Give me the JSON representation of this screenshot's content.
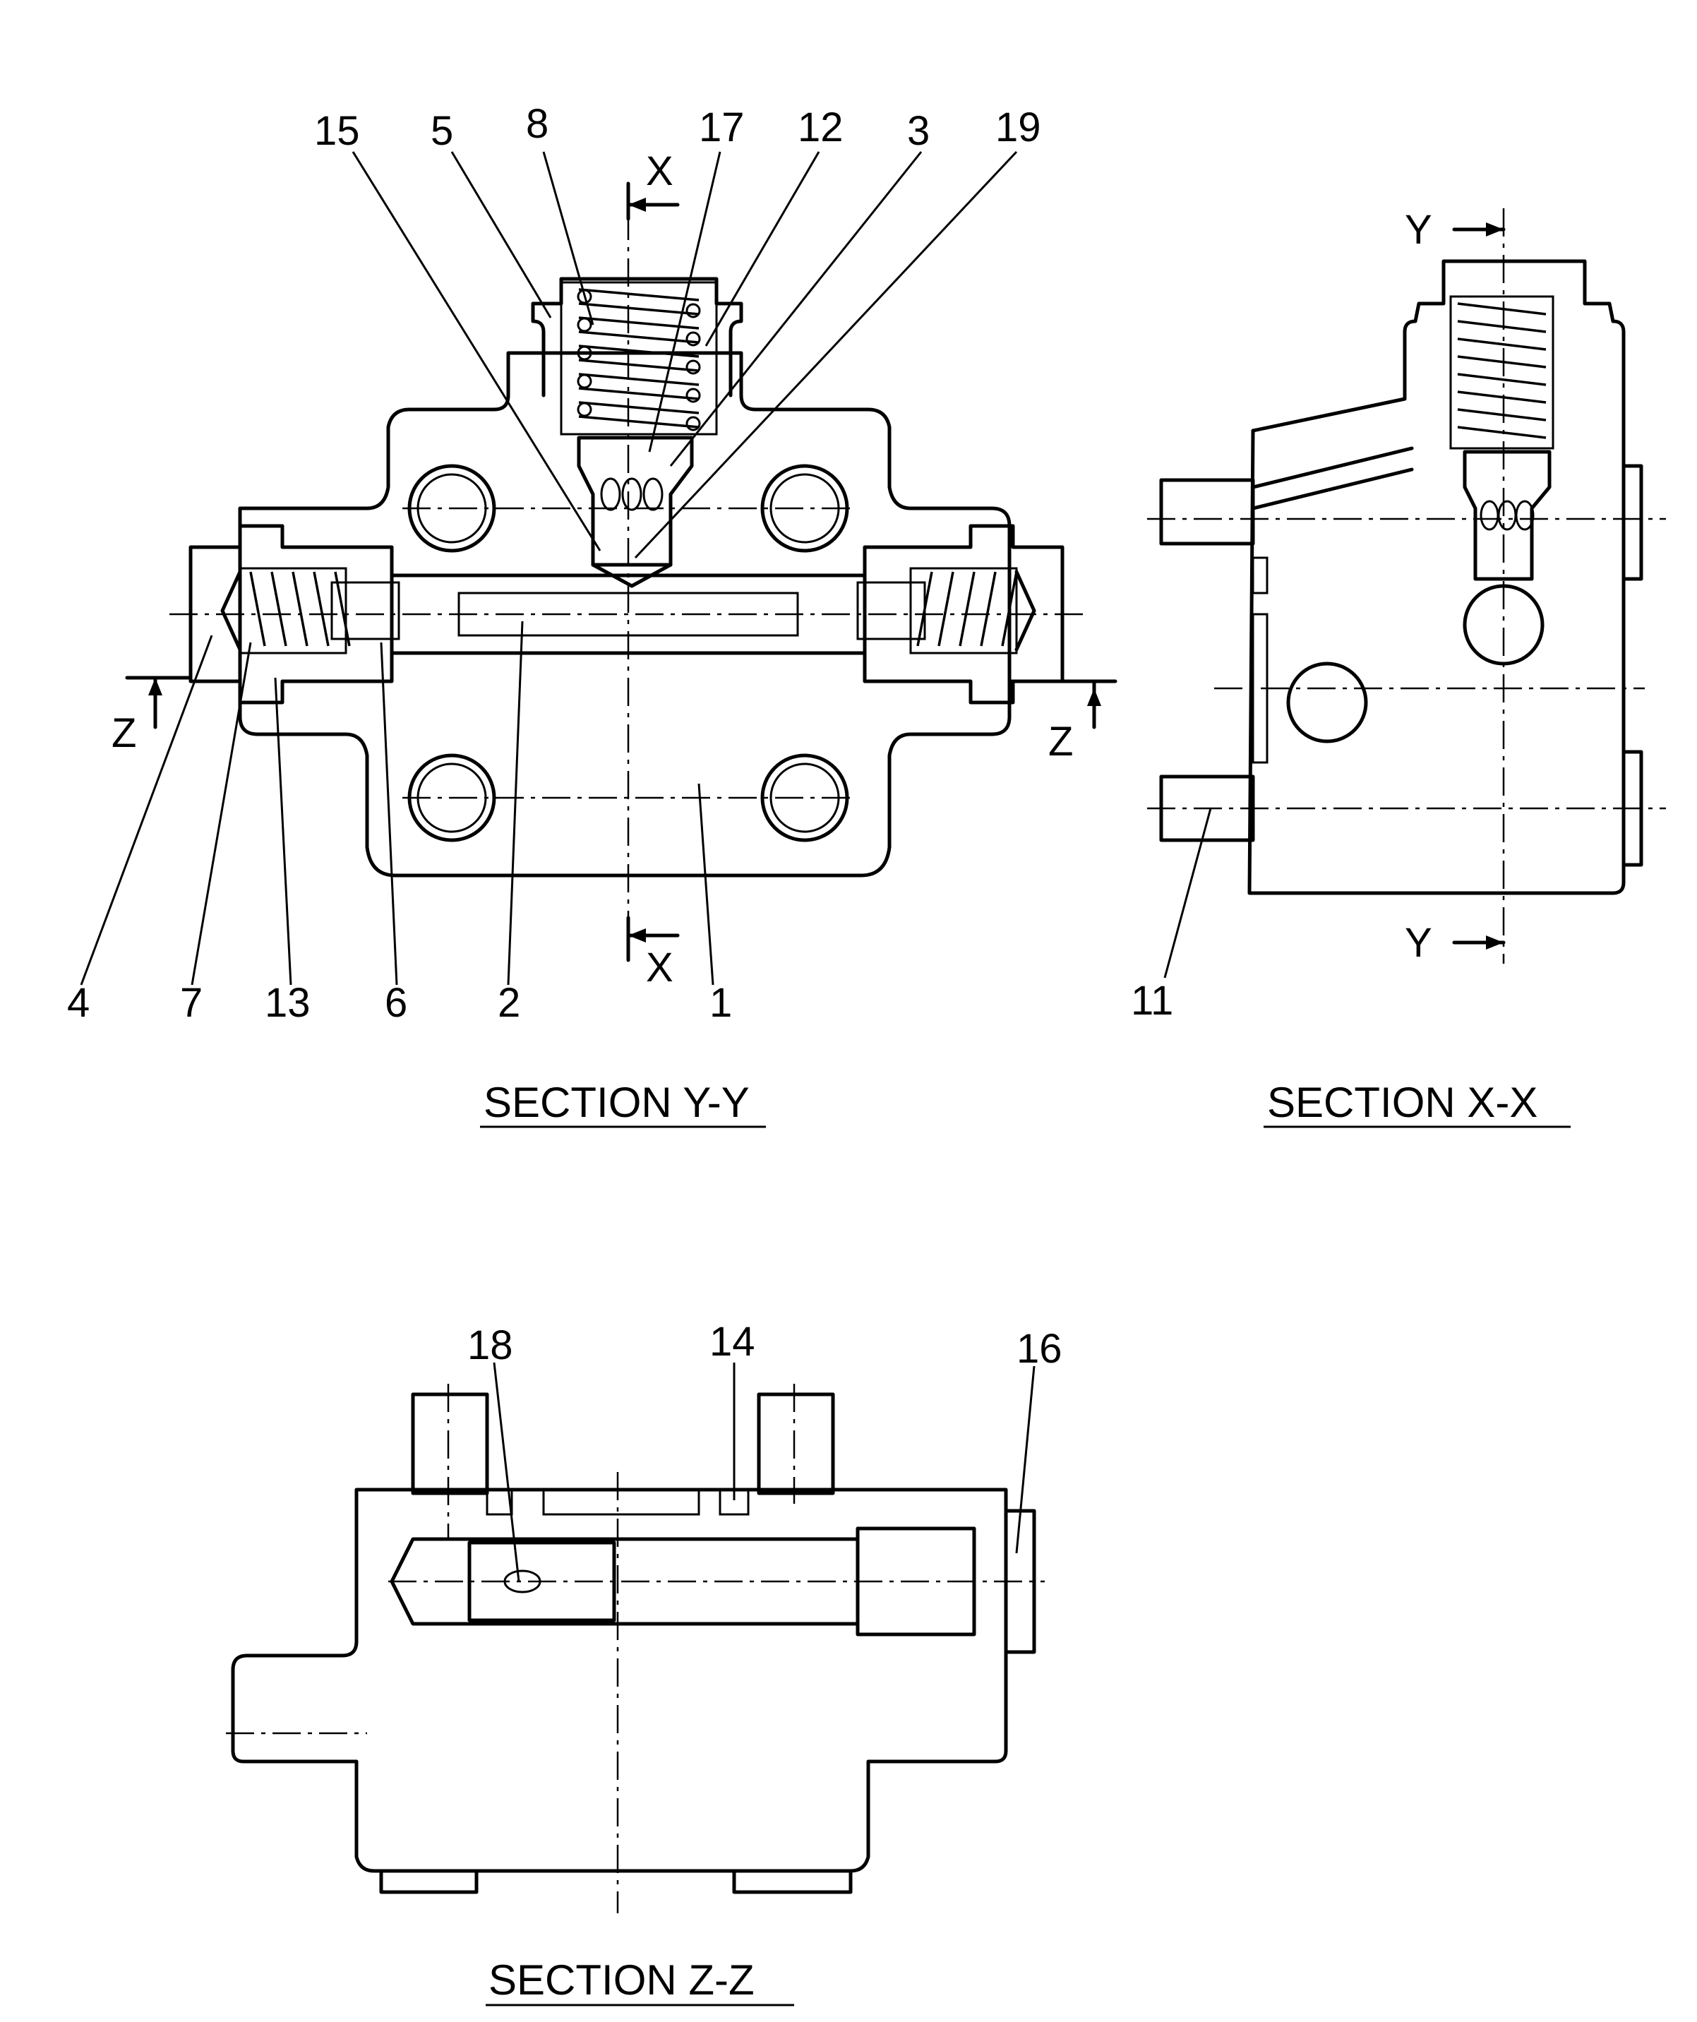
{
  "callouts": {
    "y_y": [
      "15",
      "5",
      "8",
      "17",
      "12",
      "3",
      "19",
      "4",
      "7",
      "13",
      "6",
      "2",
      "1"
    ],
    "x_x": [
      "11"
    ],
    "z_z": [
      "18",
      "14",
      "16"
    ]
  },
  "section_marks": {
    "x": "X",
    "y": "Y",
    "z": "Z"
  },
  "section_titles": {
    "y_y": "SECTION Y-Y",
    "x_x": "SECTION X-X",
    "z_z": "SECTION Z-Z"
  }
}
